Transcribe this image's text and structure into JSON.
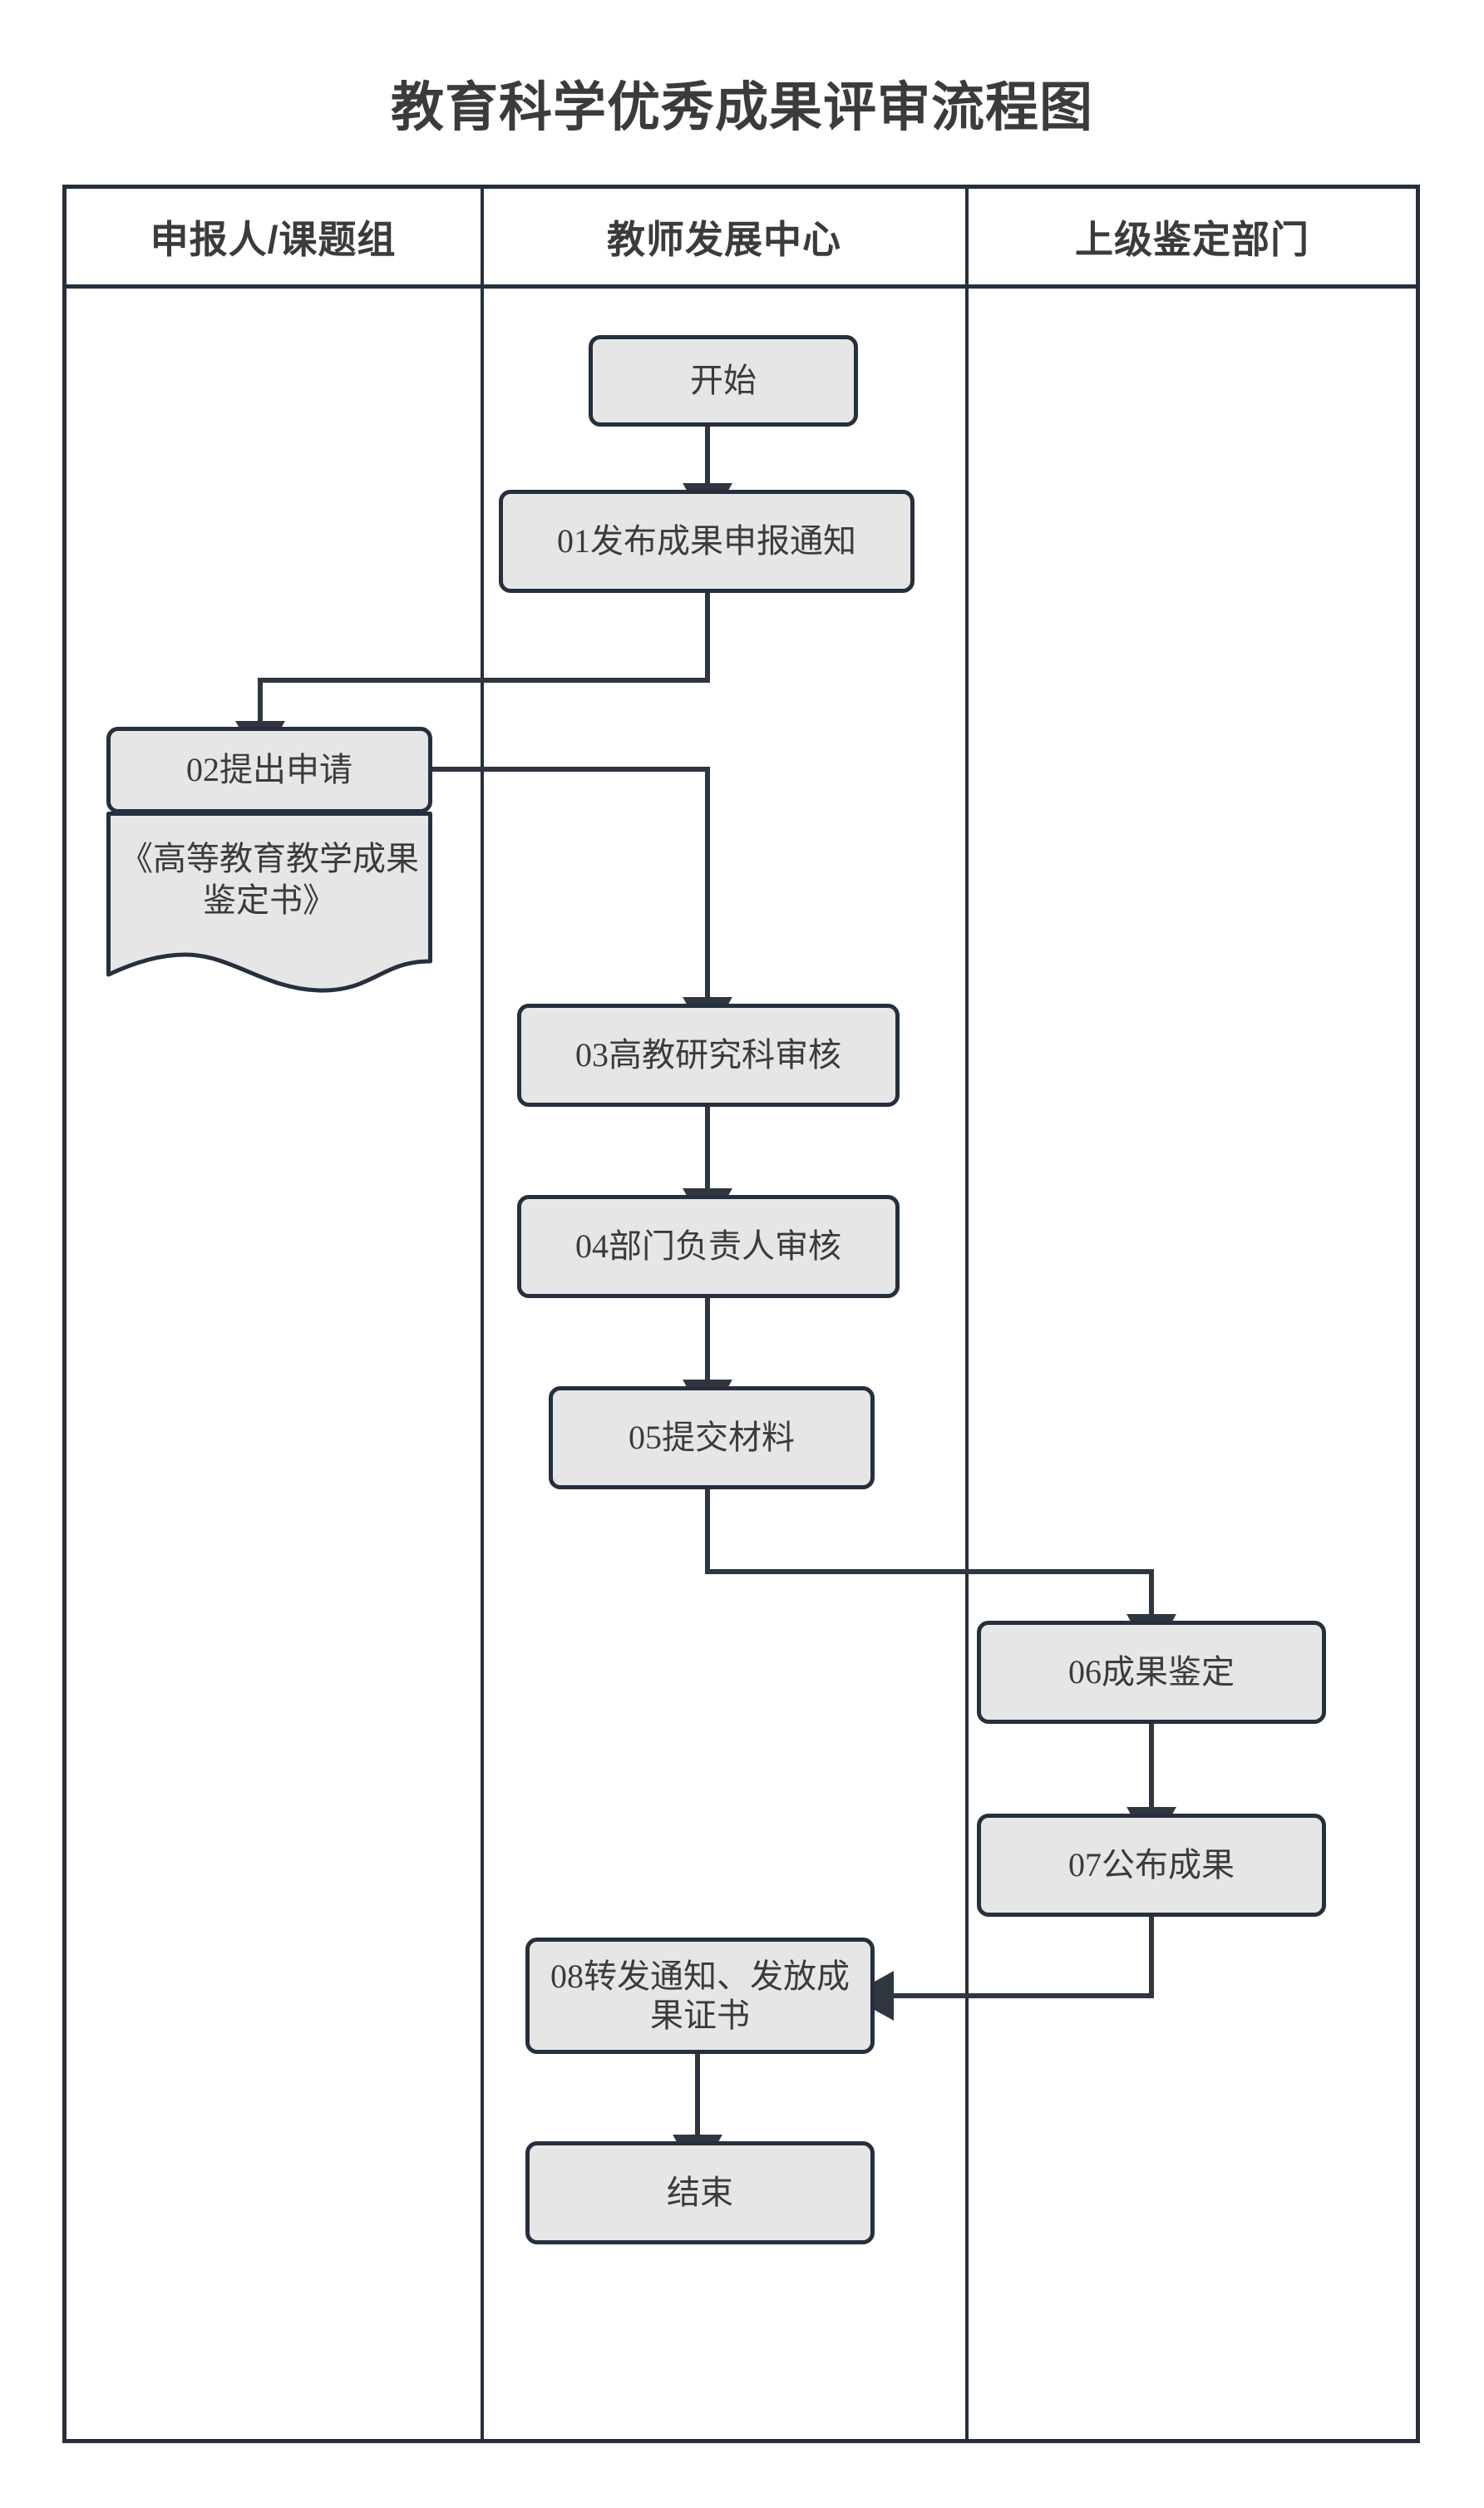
{
  "title": "教育科学优秀成果评审流程图",
  "lanes": [
    {
      "label": "申报人/课题组"
    },
    {
      "label": "教师发展中心"
    },
    {
      "label": "上级鉴定部门"
    }
  ],
  "nodes": [
    {
      "id": "start",
      "label": "开始",
      "lane": 1,
      "shape": "rounded-rect"
    },
    {
      "id": "n01",
      "label": "01发布成果申报通知",
      "lane": 1,
      "shape": "rounded-rect"
    },
    {
      "id": "n02",
      "label": "02提出申请",
      "lane": 0,
      "shape": "rounded-rect"
    },
    {
      "id": "doc01",
      "label": "《高等教育教学成果鉴定书》",
      "lane": 0,
      "shape": "document"
    },
    {
      "id": "n03",
      "label": "03高教研究科审核",
      "lane": 1,
      "shape": "rounded-rect"
    },
    {
      "id": "n04",
      "label": "04部门负责人审核",
      "lane": 1,
      "shape": "rounded-rect"
    },
    {
      "id": "n05",
      "label": "05提交材料",
      "lane": 1,
      "shape": "rounded-rect"
    },
    {
      "id": "n06",
      "label": "06成果鉴定",
      "lane": 2,
      "shape": "rounded-rect"
    },
    {
      "id": "n07",
      "label": "07公布成果",
      "lane": 2,
      "shape": "rounded-rect"
    },
    {
      "id": "n08",
      "label": "08转发通知、发放成果证书",
      "lane": 1,
      "shape": "rounded-rect"
    },
    {
      "id": "end",
      "label": "结束",
      "lane": 1,
      "shape": "rounded-rect"
    }
  ],
  "edges": [
    {
      "from": "start",
      "to": "n01",
      "style": "straight-down"
    },
    {
      "from": "n01",
      "to": "n02",
      "style": "down-left-down"
    },
    {
      "from": "n02",
      "to": "n03",
      "style": "right-down"
    },
    {
      "from": "n03",
      "to": "n04",
      "style": "straight-down"
    },
    {
      "from": "n04",
      "to": "n05",
      "style": "straight-down"
    },
    {
      "from": "n05",
      "to": "n06",
      "style": "down-right-down"
    },
    {
      "from": "n06",
      "to": "n07",
      "style": "straight-down"
    },
    {
      "from": "n07",
      "to": "n08",
      "style": "down-left-arrow"
    },
    {
      "from": "n08",
      "to": "end",
      "style": "straight-down"
    }
  ],
  "colors": {
    "node_fill": "#e6e6e6",
    "stroke": "#262f3d",
    "connector": "#2f3640",
    "text": "#3b3b3b",
    "background": "#ffffff"
  }
}
